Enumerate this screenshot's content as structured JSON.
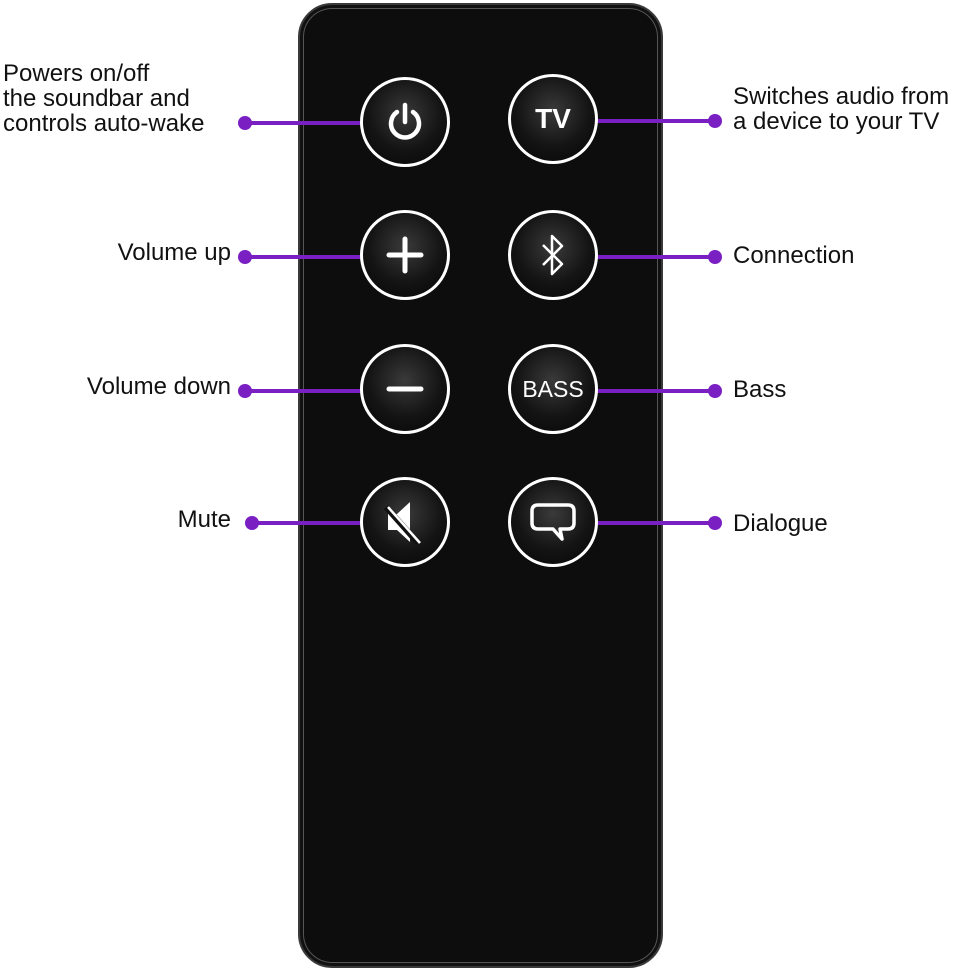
{
  "colors": {
    "accent": "#7a1fc2",
    "remote": "#0d0d0d"
  },
  "buttons": {
    "power": {
      "icon": "power-icon"
    },
    "tv": {
      "label": "TV"
    },
    "volume_up": {
      "icon": "plus-icon"
    },
    "bluetooth": {
      "icon": "bluetooth-icon"
    },
    "volume_down": {
      "icon": "minus-icon"
    },
    "bass": {
      "label": "BASS"
    },
    "mute": {
      "icon": "mute-icon"
    },
    "dialogue": {
      "icon": "speech-bubble-icon"
    }
  },
  "labels": {
    "power": [
      "Powers on/off",
      "the soundbar and",
      "controls auto-wake"
    ],
    "tv": [
      "Switches audio from",
      "a device to your TV"
    ],
    "volume_up": "Volume up",
    "connection": "Connection",
    "volume_down": "Volume down",
    "bass": "Bass",
    "mute": "Mute",
    "dialogue": "Dialogue"
  }
}
